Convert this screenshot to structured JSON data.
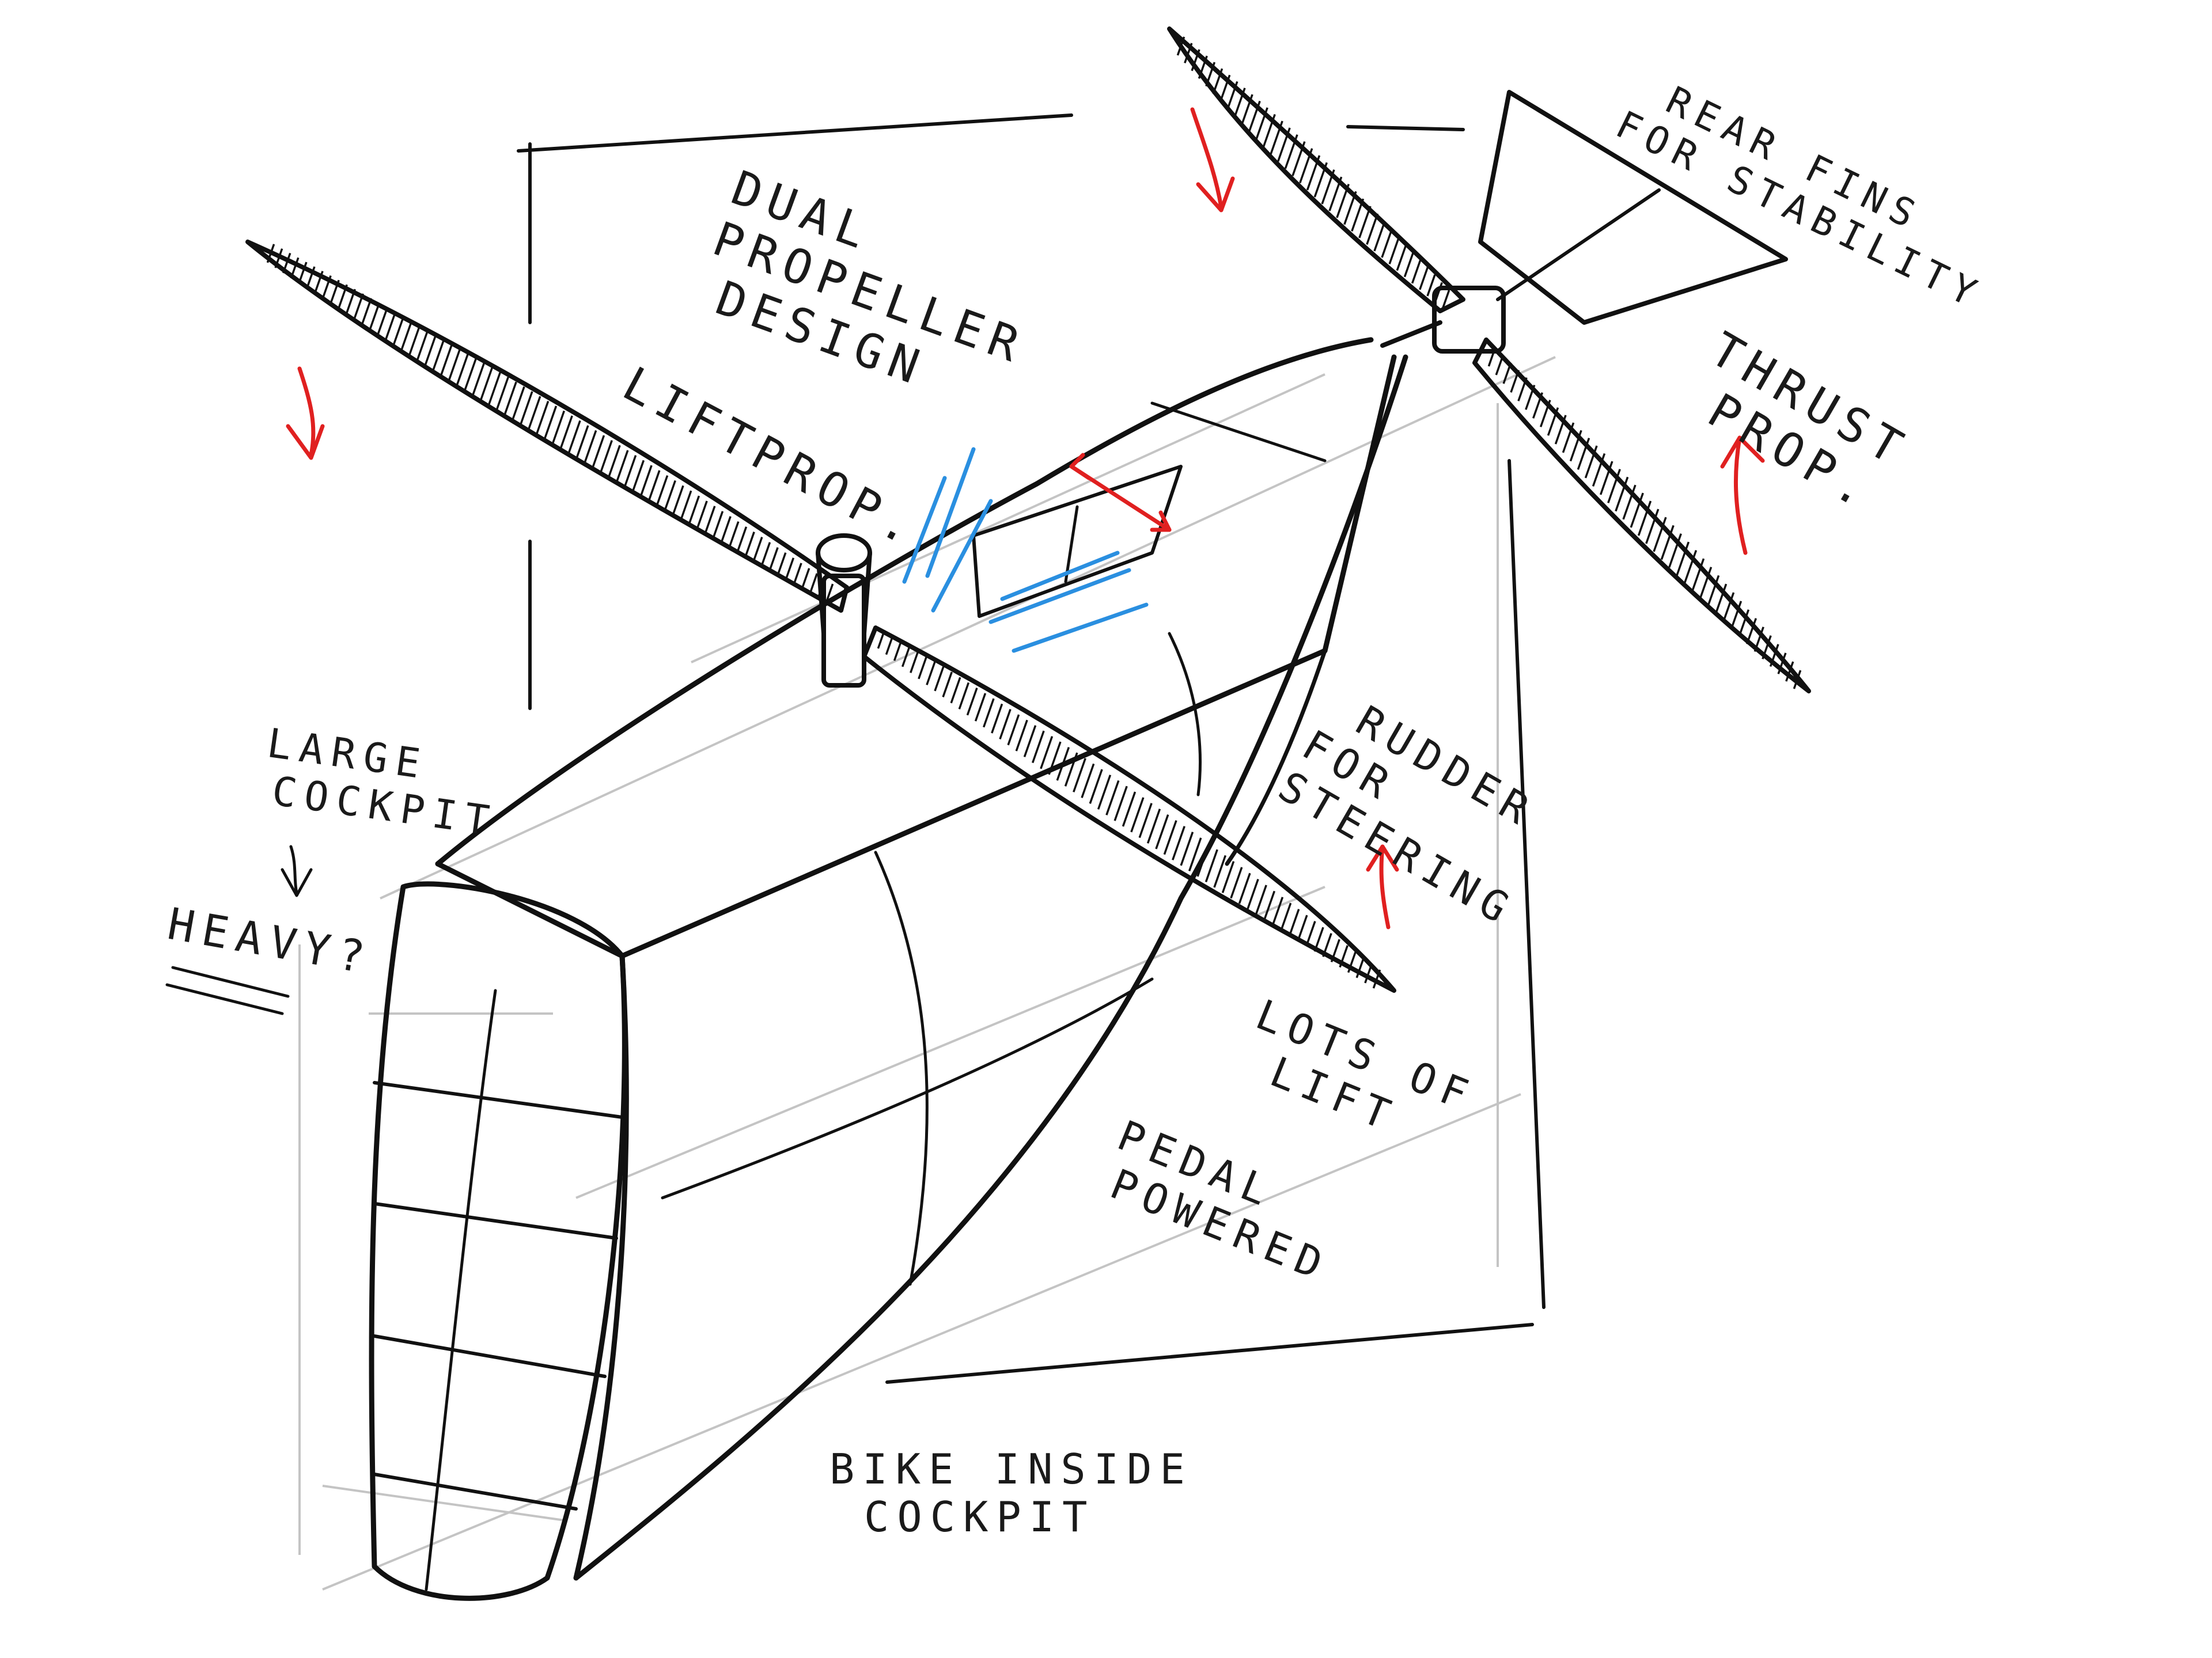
{
  "annotations": {
    "dual_propeller": [
      "DUAL",
      "PROPELLER",
      "DESIGN"
    ],
    "lift_prop": "LIFTPROP.",
    "rear_fins": [
      "REAR FINS",
      "FOR STABILITY"
    ],
    "thrust_prop": [
      "THRUST",
      "PROP."
    ],
    "large_cockpit": [
      "LARGE",
      "COCKPIT"
    ],
    "heavy": "HEAVY?",
    "rudder": [
      "RUDDER",
      "FOR",
      "STEERING"
    ],
    "lots_of_lift": [
      "LOTS OF",
      "LIFT"
    ],
    "pedal_powered": [
      "PEDAL",
      "POWERED"
    ],
    "bike_inside": [
      "BIKE INSIDE",
      "COCKPIT"
    ]
  },
  "colors": {
    "ink": "#111111",
    "guide": "#c4c4c4",
    "arrow_red": "#e02020",
    "airflow_blue": "#2a8fe0"
  }
}
